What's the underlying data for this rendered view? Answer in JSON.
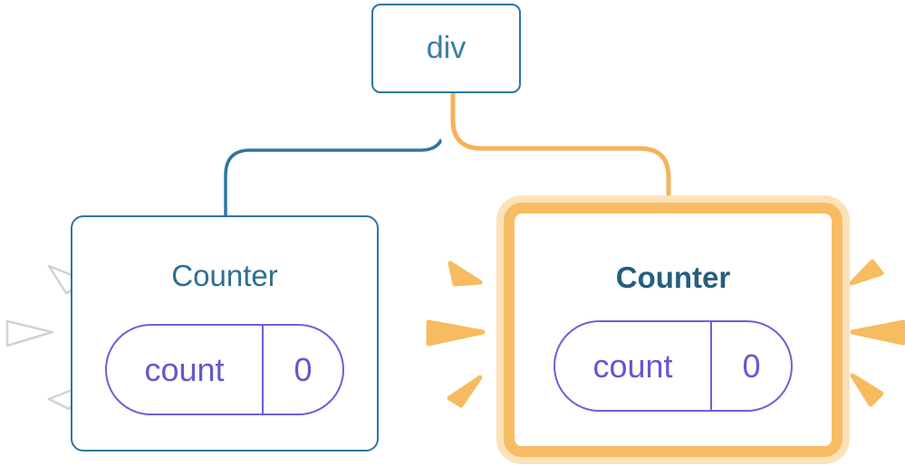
{
  "diagram": {
    "type": "component-tree",
    "root": {
      "label": "div"
    },
    "children": [
      {
        "title": "Counter",
        "highlighted": false,
        "state": {
          "key": "count",
          "value": "0"
        }
      },
      {
        "title": "Counter",
        "highlighted": true,
        "state": {
          "key": "count",
          "value": "0"
        }
      }
    ],
    "colors": {
      "node_border_blue": "#2F75A0",
      "node_text_blue": "#3A7CA8",
      "title_blue": "#2D6E91",
      "title_blue_bold": "#245E7D",
      "state_purple": "#6458CE",
      "pill_border_purple": "#6B61D6",
      "edge_blue": "#2F75A0",
      "edge_orange": "#F6B25A",
      "highlight_border_orange": "#F8BC63",
      "highlight_halo_orange": "#FBE2B9",
      "spark_orange": "#F7BB60",
      "spark_white": "#FFFFFF"
    },
    "edges": [
      {
        "from": "div",
        "to": "counter-left",
        "style": "blue"
      },
      {
        "from": "div",
        "to": "counter-right",
        "style": "orange-with-white-casing"
      }
    ],
    "sparks": {
      "left_of_left_counter": "white",
      "left_of_right_counter": "orange",
      "right_of_right_counter": "orange"
    }
  }
}
